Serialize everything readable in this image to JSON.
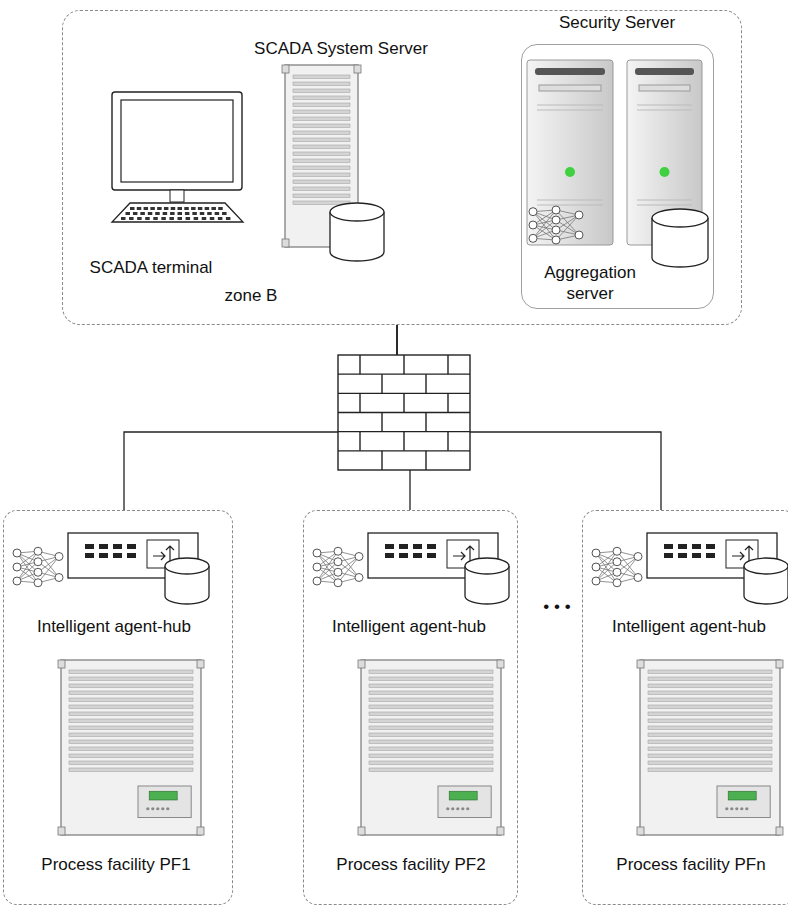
{
  "diagram": {
    "nodes": [
      {
        "text": [
          "zone B"
        ]
      },
      {
        "text": [
          "SCADA terminal"
        ],
        "in": 0
      },
      {
        "text": [
          "SCADA System Server"
        ],
        "in": 0
      },
      {
        "text": [
          "Security Server",
          "Aggregation server"
        ],
        "in": 0
      },
      {
        "text": [
          "Intelligent agent-hub",
          "Process facility PF1"
        ]
      },
      {
        "text": [
          "Intelligent agent-hub",
          "Process facility PF2"
        ]
      },
      {
        "text": [
          "Intelligent agent-hub",
          "Process facility PFn"
        ]
      }
    ],
    "edges": [
      {
        "from": 0,
        "to": 4,
        "arrow": "none"
      },
      {
        "from": 0,
        "to": 5,
        "arrow": "none"
      },
      {
        "from": 0,
        "to": 6,
        "arrow": "none"
      }
    ],
    "labels": [
      "• • •"
    ]
  }
}
